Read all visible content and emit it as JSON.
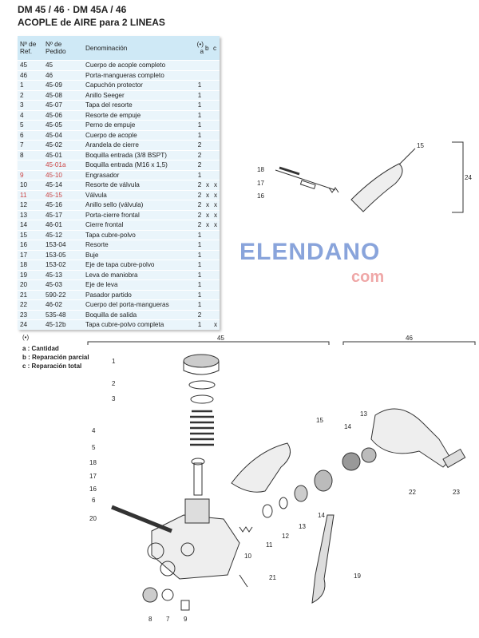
{
  "title": {
    "line1": "DM 45 / 46  ·  DM 45A / 46",
    "line2": "ACOPLE de AIRE para 2 LINEAS"
  },
  "table": {
    "headers": {
      "ref": "Nº de Ref.",
      "pedido": "Nº de Pedido",
      "den": "Denominación",
      "mark": "(•)",
      "a": "a",
      "b": "b",
      "c": "c"
    },
    "rows": [
      [
        "45",
        "45",
        "Cuerpo de acople completo",
        "",
        "",
        ""
      ],
      [
        "46",
        "46",
        "Porta-mangueras completo",
        "",
        "",
        ""
      ],
      [
        "1",
        "45-09",
        "Capuchón protector",
        "1",
        "",
        ""
      ],
      [
        "2",
        "45-08",
        "Anillo Seeger",
        "1",
        "",
        ""
      ],
      [
        "3",
        "45-07",
        "Tapa del resorte",
        "1",
        "",
        ""
      ],
      [
        "4",
        "45-06",
        "Resorte de empuje",
        "1",
        "",
        ""
      ],
      [
        "5",
        "45-05",
        "Perno de empuje",
        "1",
        "",
        ""
      ],
      [
        "6",
        "45-04",
        "Cuerpo de acople",
        "1",
        "",
        ""
      ],
      [
        "7",
        "45-02",
        "Arandela de cierre",
        "2",
        "",
        ""
      ],
      [
        "8",
        "45-01",
        "Boquilla entrada (3/8 BSPT)",
        "2",
        "",
        ""
      ],
      [
        "",
        "45-01a",
        "Boquilla entrada (M16 x 1,5)",
        "2",
        "",
        ""
      ],
      [
        "9",
        "45-10",
        "Engrasador",
        "1",
        "",
        ""
      ],
      [
        "10",
        "45-14",
        "Resorte de válvula",
        "2",
        "x",
        "x"
      ],
      [
        "11",
        "45-15",
        "Válvula",
        "2",
        "x",
        "x"
      ],
      [
        "12",
        "45-16",
        "Anillo sello (válvula)",
        "2",
        "x",
        "x"
      ],
      [
        "13",
        "45-17",
        "Porta-cierre frontal",
        "2",
        "x",
        "x"
      ],
      [
        "14",
        "46-01",
        "Cierre frontal",
        "2",
        "x",
        "x"
      ],
      [
        "15",
        "45-12",
        "Tapa cubre-polvo",
        "1",
        "",
        ""
      ],
      [
        "16",
        "153-04",
        "Resorte",
        "1",
        "",
        ""
      ],
      [
        "17",
        "153-05",
        "Buje",
        "1",
        "",
        ""
      ],
      [
        "18",
        "153-02",
        "Eje de tapa cubre-polvo",
        "1",
        "",
        ""
      ],
      [
        "19",
        "45-13",
        "Leva de maniobra",
        "1",
        "",
        ""
      ],
      [
        "20",
        "45-03",
        "Eje de leva",
        "1",
        "",
        ""
      ],
      [
        "21",
        "590-22",
        "Pasador partido",
        "1",
        "",
        ""
      ],
      [
        "22",
        "46-02",
        "Cuerpo del porta-mangueras",
        "1",
        "",
        ""
      ],
      [
        "23",
        "535-48",
        "Boquilla de salida",
        "2",
        "",
        ""
      ],
      [
        "24",
        "45-12b",
        "Tapa cubre-polvo completa",
        "1",
        "",
        "x"
      ]
    ]
  },
  "watermark": {
    "main": "ELENDANO",
    "sub": "com"
  },
  "legend": {
    "mark": "(•)",
    "a": "a :  Cantidad",
    "b": "b :  Reparación parcial",
    "c": "c :  Reparación total"
  },
  "callouts": [
    "15",
    "18",
    "17",
    "16",
    "24",
    "45",
    "46",
    "1",
    "2",
    "3",
    "4",
    "5",
    "18",
    "17",
    "16",
    "6",
    "20",
    "15",
    "13",
    "14",
    "22",
    "23",
    "12",
    "13",
    "14",
    "10",
    "11",
    "21",
    "19",
    "8",
    "7",
    "9"
  ]
}
